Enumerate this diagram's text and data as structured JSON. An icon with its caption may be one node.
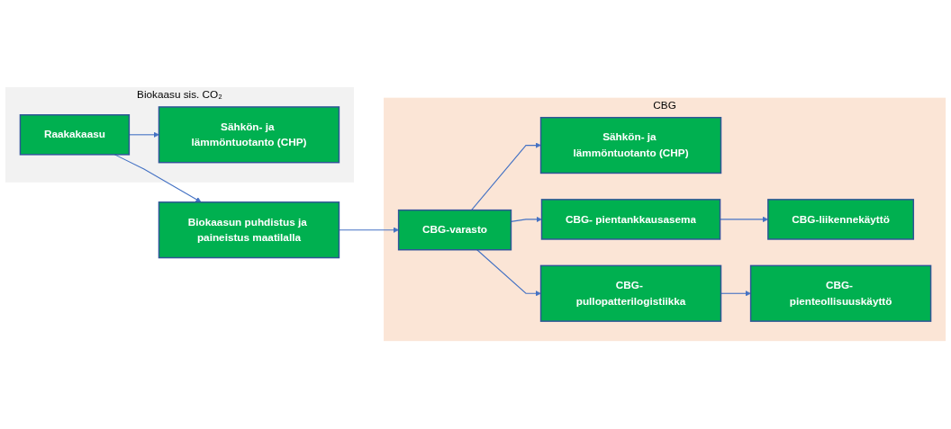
{
  "diagram": {
    "nodes": [
      {
        "text": [
          "Biokaasu sis. CO₂"
        ]
      },
      {
        "text": [
          "Raakakaasu"
        ],
        "in": 0
      },
      {
        "text": [
          "Sähkön- ja lämmöntuotanto (CHP)"
        ],
        "in": 0
      },
      {
        "text": [
          "CBG"
        ]
      },
      {
        "text": [
          "Biokaasun puhdistus ja paineistus maatilalla"
        ]
      },
      {
        "text": [
          "CBG-varasto"
        ],
        "in": 3
      },
      {
        "text": [
          "Sähkön- ja lämmöntuotanto (CHP)"
        ],
        "in": 3
      },
      {
        "text": [
          "CBG- pientankkausasema"
        ],
        "in": 3
      },
      {
        "text": [
          "CBG-liikennekäyttö"
        ],
        "in": 3
      },
      {
        "text": [
          "CBG- pullopatterilogistiikka"
        ],
        "in": 3
      },
      {
        "text": [
          "CBG- pienteollisuuskäyttö"
        ],
        "in": 3
      }
    ],
    "edges": [
      {
        "from": 1,
        "to": 4,
        "arrow": "to"
      },
      {
        "from": 1,
        "to": 2,
        "arrow": "to"
      },
      {
        "from": 4,
        "to": 5,
        "arrow": "to"
      },
      {
        "from": 5,
        "to": 6,
        "arrow": "to"
      },
      {
        "from": 5,
        "to": 7,
        "arrow": "to"
      },
      {
        "from": 5,
        "to": 9,
        "arrow": "to"
      },
      {
        "from": 7,
        "to": 8,
        "arrow": "to"
      },
      {
        "from": 9,
        "to": 10,
        "arrow": "to"
      }
    ]
  }
}
